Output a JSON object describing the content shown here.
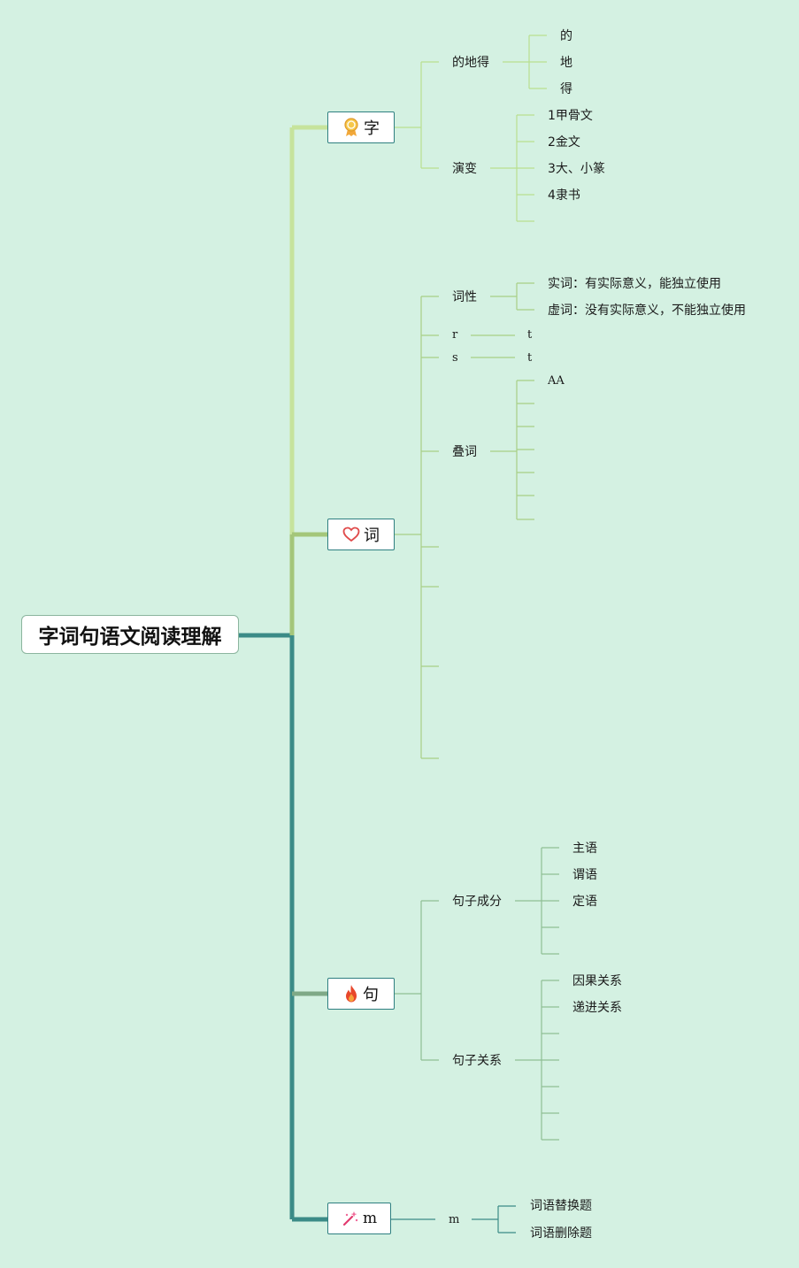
{
  "root": {
    "label": "字词句语文阅读理解"
  },
  "colors": {
    "zi": "#c6e39c",
    "ci": "#a4c67a",
    "ju": "#7fa987",
    "m": "#3b8b87",
    "bg": "#d4f1e2"
  },
  "branches": {
    "zi": {
      "label": "字",
      "icon": "medal-icon",
      "children": [
        {
          "label": "的地得",
          "children": [
            "的",
            "地",
            "得"
          ]
        },
        {
          "label": "演变",
          "children": [
            "1甲骨文",
            "2金文",
            "3大、小篆",
            "4隶书",
            ""
          ]
        }
      ]
    },
    "ci": {
      "label": "词",
      "icon": "heart-icon",
      "children": [
        {
          "label": "词性",
          "children": [
            "实词：有实际意义，能独立使用",
            "虚词：没有实际意义，不能独立使用"
          ]
        },
        {
          "label": "r",
          "children": [
            "t"
          ]
        },
        {
          "label": "s",
          "children": [
            "t"
          ]
        },
        {
          "label": "叠词",
          "children": [
            "AA",
            "",
            "",
            "",
            "",
            "",
            ""
          ]
        },
        {
          "label": ""
        },
        {
          "label": ""
        },
        {
          "label": ""
        },
        {
          "label": ""
        }
      ]
    },
    "ju": {
      "label": "句",
      "icon": "fire-icon",
      "children": [
        {
          "label": "句子成分",
          "children": [
            "主语",
            "谓语",
            "定语",
            "",
            ""
          ]
        },
        {
          "label": "句子关系",
          "children": [
            "因果关系",
            "递进关系",
            "",
            "",
            "",
            "",
            ""
          ]
        }
      ]
    },
    "m": {
      "label": "m",
      "icon": "magic-wand-icon",
      "children": [
        {
          "label": "m",
          "children": [
            "词语替换题",
            "词语删除题"
          ]
        }
      ]
    }
  }
}
